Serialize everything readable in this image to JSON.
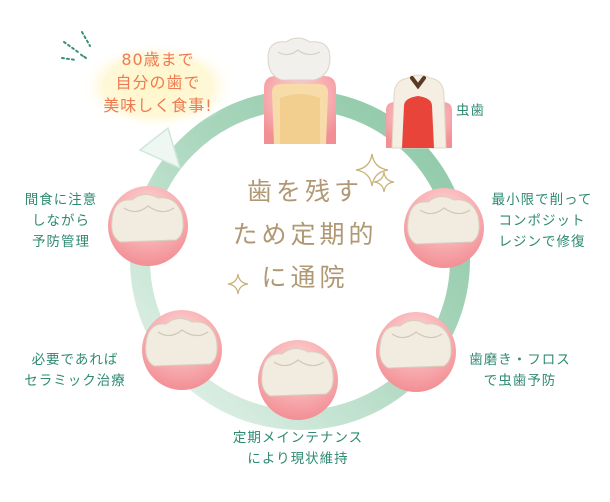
{
  "callout": {
    "lines": [
      "80歳まで",
      "自分の歯で",
      "美味しく食事!"
    ]
  },
  "center": {
    "lines": [
      "歯を残す",
      "ため定期的",
      "に通院"
    ]
  },
  "steps": [
    {
      "id": "healthy",
      "icon": "healthy-tooth-icon",
      "lines": []
    },
    {
      "id": "cavity",
      "icon": "decayed-tooth-icon",
      "lines": [
        "虫歯"
      ]
    },
    {
      "id": "resin",
      "icon": "resin-filled-tooth-icon",
      "lines": [
        "最小限で削って",
        "コンポジット",
        "レジンで修復"
      ]
    },
    {
      "id": "prevent",
      "icon": "brushing-tooth-icon",
      "lines": [
        "歯磨き・フロス",
        "で虫歯予防"
      ]
    },
    {
      "id": "maintenance",
      "icon": "maintained-tooth-icon",
      "lines": [
        "定期メインテナンス",
        "により現状維持"
      ]
    },
    {
      "id": "ceramic",
      "icon": "ceramic-restored-tooth-icon",
      "lines": [
        "必要であれば",
        "セラミック治療"
      ]
    },
    {
      "id": "care",
      "icon": "cared-tooth-icon",
      "lines": [
        "間食に注意",
        "しながら",
        "予防管理"
      ]
    }
  ],
  "colors": {
    "cycle_dark": "#8fc9a8",
    "cycle_light": "#e6f3ec",
    "label": "#2f8a72",
    "accent": "#ee7a52",
    "center_text": "#b09874",
    "gum": "#f4a0a4",
    "tooth": "#f1ebe0"
  }
}
